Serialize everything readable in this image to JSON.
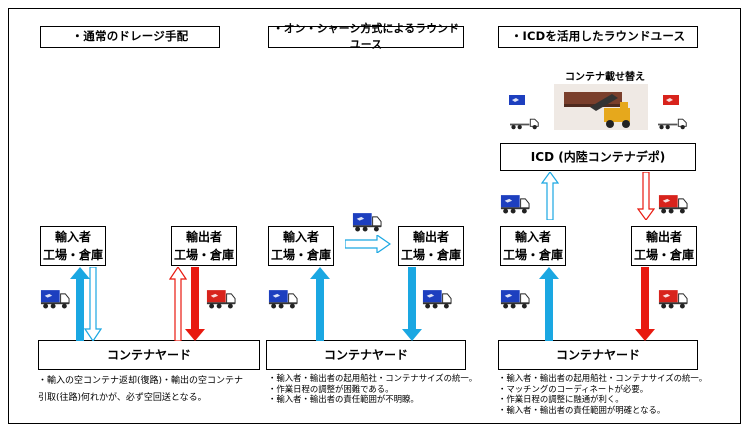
{
  "panels": [
    {
      "title": "・通常のドレージ手配",
      "importer": [
        "輸入者",
        "工場・倉庫"
      ],
      "exporter": [
        "輸出者",
        "工場・倉庫"
      ],
      "yard": "コンテナヤード",
      "note": "・輸入の空コンテナ返却(復路)・輸出の空コンテナ\n引取(往路)何れかが、必ず空回送となる。"
    },
    {
      "title": "・オン・シャーシ方式によるラウンドユース",
      "importer": [
        "輸入者",
        "工場・倉庫"
      ],
      "exporter": [
        "輸出者",
        "工場・倉庫"
      ],
      "yard": "コンテナヤード",
      "note": "・輸入者・輸出者の起用船社・コンテナサイズの統一。\n・作業日程の調整が困難である。\n・輸入者・輸出者の責任範囲が不明瞭。"
    },
    {
      "title": "・ICDを活用したラウンドユース",
      "importer": [
        "輸入者",
        "工場・倉庫"
      ],
      "exporter": [
        "輸出者",
        "工場・倉庫"
      ],
      "yard": "コンテナヤード",
      "icd": "ICD (内陸コンテナデポ)",
      "transfer_label": "コンテナ載せ替え",
      "note": "・輸入者・輸出者の起用船社・コンテナサイズの統一。\n・マッチングのコーディネートが必要。\n・作業日程の調整に融通が利く。\n・輸入者・輸出者の責任範囲が明確となる。"
    }
  ],
  "colors": {
    "import_arrow": "#1aa7e2",
    "export_arrow": "#e8190f",
    "import_truck": "#1d3fbf",
    "export_truck": "#d8231c"
  }
}
